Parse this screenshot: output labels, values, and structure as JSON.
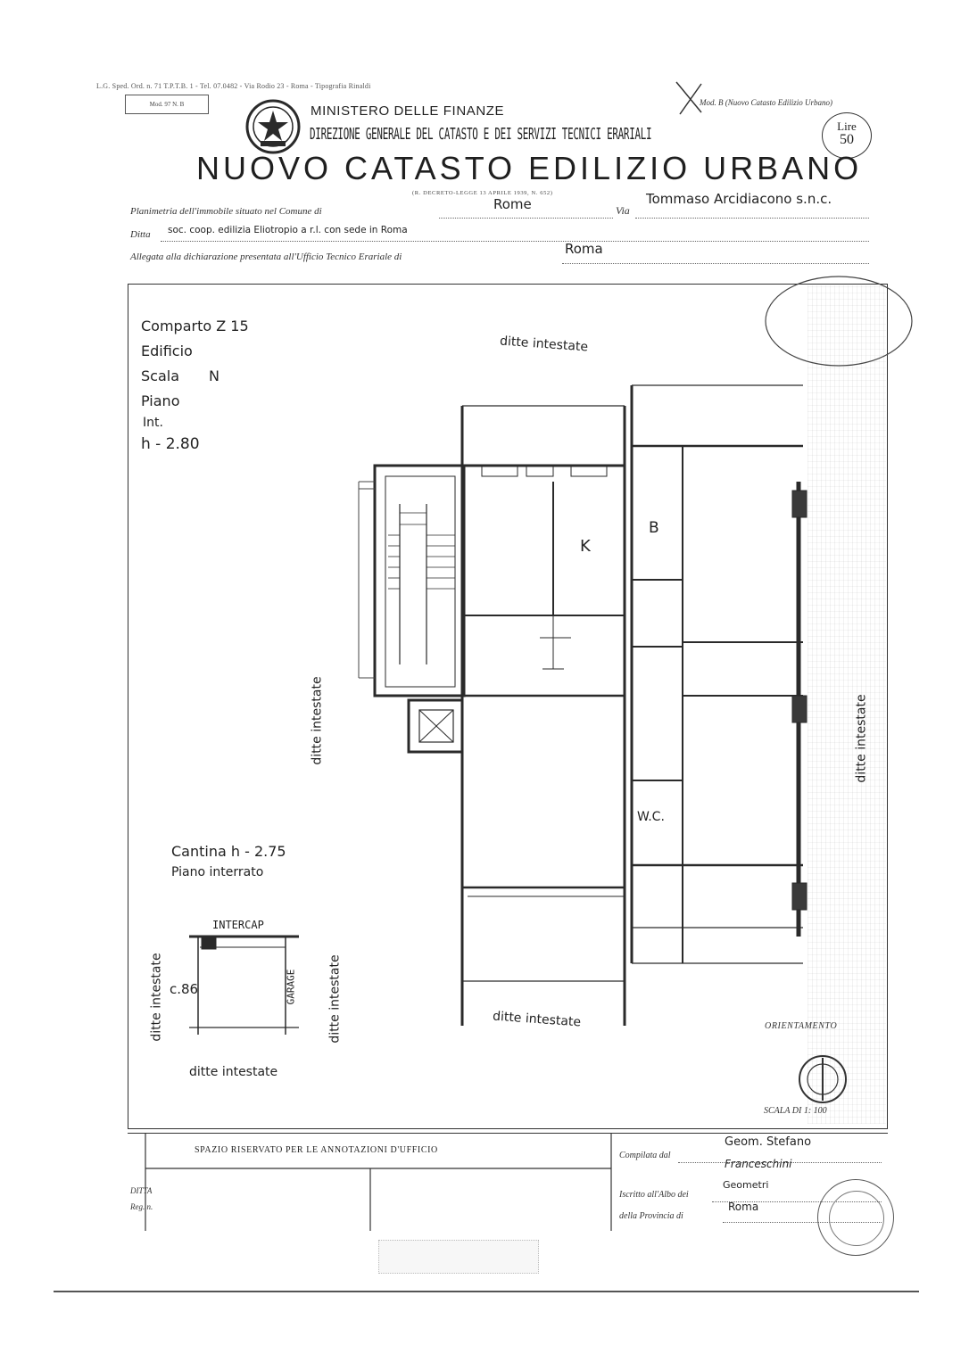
{
  "header": {
    "top_strip": "L.G. Sped. Ord. n. 71 T.P.T.B. 1 - Tel. 07.0482 - Via Rodio 23 - Roma - Tipografia Rinaldi",
    "stamp": "Mod. 97 N. B",
    "ministry": "MINISTERO DELLE FINANZE",
    "direction": "DIREZIONE GENERALE DEL CATASTO E DEI SERVIZI TECNICI ERARIALI",
    "model_ref": "Mod. B (Nuovo Catasto Edilizio Urbano)",
    "price_unit": "Lire",
    "price_value": "50",
    "main_title": "NUOVO CATASTO EDILIZIO URBANO",
    "decree": "(R. DECRETO-LEGGE 13 APRILE 1939, N. 652)"
  },
  "form": {
    "comune_label": "Planimetria dell'immobile situato nel Comune di",
    "comune_value": "Rome",
    "via_label": "Via",
    "via_value": "Tommaso Arcidiacono s.n.c.",
    "ditta_label": "Ditta",
    "ditta_value": "soc. coop. edilizia Eliotropio a r.l. con sede in Roma",
    "allegata_label": "Allegata alla dichiarazione presentata all'Ufficio Tecnico Erariale di",
    "allegata_value": "Roma"
  },
  "plan": {
    "info": {
      "comparto": "Comparto Z 15",
      "edificio": "Edificio",
      "scala": "Scala",
      "scala_value": "N",
      "piano": "Piano",
      "int": "Int.",
      "height": "h - 2.80"
    },
    "labels": {
      "top": "ditte intestate",
      "left": "ditte intestate",
      "right": "ditte intestate",
      "bottom": "ditte intestate",
      "room_k": "K",
      "room_b": "B",
      "room_wc": "W.C."
    },
    "cantina": {
      "title": "Cantina h - 2.75",
      "subtitle": "Piano interrato",
      "intercap": "INTERCAP",
      "garage": "GARAGE",
      "ref": "c.86",
      "left_label": "ditte intestate",
      "right_label": "ditte intestate",
      "bottom_label": "ditte intestate"
    },
    "orientamento": "ORIENTAMENTO",
    "scale": "SCALA DI 1: 100"
  },
  "footer": {
    "reserved": "SPAZIO RISERVATO PER LE ANNOTAZIONI D'UFFICIO",
    "side_ditta": "DITTA",
    "side_reg": "Reg. n.",
    "compilata_label": "Compilata dal",
    "compilata_value": "Geom. Stefano",
    "compilata_value2": "Franceschini",
    "iscritto_label": "Iscritto all'Albo dei",
    "iscritto_value": "Geometri",
    "provincia_label": "della Provincia di",
    "provincia_value": "Roma"
  }
}
